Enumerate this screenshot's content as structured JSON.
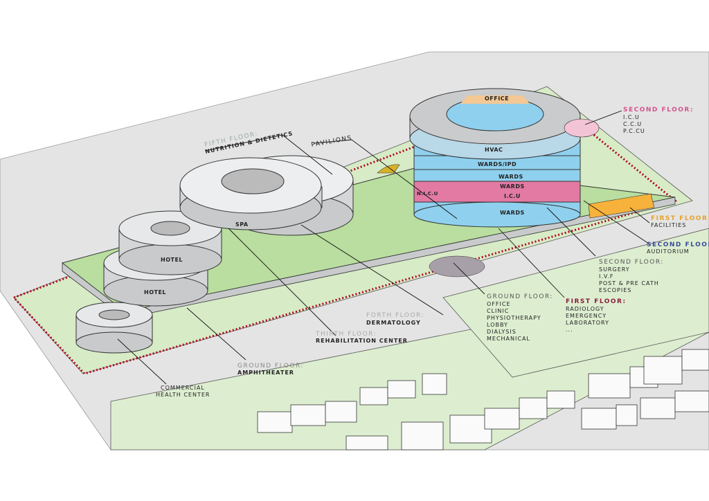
{
  "colors": {
    "site_green": "#d7ebc6",
    "plaza_green": "#b9dea0",
    "road": "#e4e4e4",
    "ring_white": "#e6e8ea",
    "tower_blue": "#8fd0ee",
    "tower_pink": "#e27aa3",
    "tower_gray": "#c9cbcd",
    "boundary_red": "#b00020",
    "orange": "#f6b23a",
    "yellow": "#d6b12a"
  },
  "tower": {
    "office": "OFFICE",
    "hvac": "HVAC",
    "wards_ipd": "WARDS/IPD",
    "wards1": "WARDS",
    "wards2": "WARDS",
    "icu": "I.C.U",
    "wards3": "WARDS",
    "nicu": "N.I.C.U"
  },
  "rings": {
    "spa": "SPA",
    "hotel1": "HOTEL",
    "hotel2": "HOTEL"
  },
  "labels": {
    "fifth": {
      "heading": "FIFTH FLOOR:",
      "items": [
        "NUTRITION & DIETETICS"
      ]
    },
    "pavilions": {
      "heading": "PAVILIONS"
    },
    "second_icu": {
      "heading": "SECOND FLOOR:",
      "items": [
        "I.C.U",
        "C.C.U",
        "P.C.CU"
      ]
    },
    "first_fac": {
      "heading": "FIRST FLOOR:",
      "items": [
        "FACILITIES"
      ]
    },
    "second_aud": {
      "heading": "SECOND FLOOR:",
      "items": [
        "AUDITORIUM"
      ]
    },
    "second_surg": {
      "heading": "SECOND FLOOR:",
      "items": [
        "SURGERY",
        "I.V.F",
        "POST & PRE CATH",
        "ESCOPIES"
      ]
    },
    "first_rad": {
      "heading": "FIRST FLOOR:",
      "items": [
        "RADIOLOGY",
        "EMERGENCY",
        "LABORATORY",
        "..."
      ]
    },
    "ground_off": {
      "heading": "GROUND FLOOR:",
      "items": [
        "OFFICE",
        "CLINIC",
        "PHYSIOTHERAPY",
        "LOBBY",
        "DIALYSIS",
        "MECHANICAL"
      ]
    },
    "forth": {
      "heading": "FORTH FLOOR:",
      "items": [
        "DERMATOLOGY"
      ]
    },
    "thirth": {
      "heading": "THIRTH FLOOR:",
      "items": [
        "REHABILITATION CENTER"
      ]
    },
    "ground_amp": {
      "heading": "GROUND FLOOR:",
      "items": [
        "AMPHITHEATER"
      ]
    },
    "commercial": {
      "items": [
        "COMMERCIAL",
        "HEALTH CENTER"
      ]
    }
  }
}
